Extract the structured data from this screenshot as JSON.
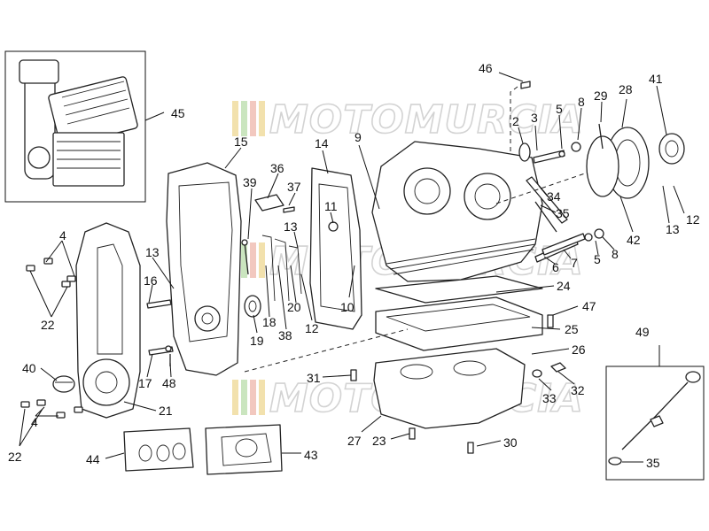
{
  "watermark": {
    "text": "MOTOMURCIA",
    "stripe_colors": [
      "#e8c96a",
      "#9fd08a",
      "#e89a8a",
      "#e8c96a"
    ]
  },
  "callouts": [
    {
      "id": "c45",
      "label": "45"
    },
    {
      "id": "c46",
      "label": "46"
    },
    {
      "id": "c2",
      "label": "2"
    },
    {
      "id": "c3",
      "label": "3"
    },
    {
      "id": "c5a",
      "label": "5"
    },
    {
      "id": "c8a",
      "label": "8"
    },
    {
      "id": "c29",
      "label": "29"
    },
    {
      "id": "c28",
      "label": "28"
    },
    {
      "id": "c41",
      "label": "41"
    },
    {
      "id": "c15",
      "label": "15"
    },
    {
      "id": "c14",
      "label": "14"
    },
    {
      "id": "c9",
      "label": "9"
    },
    {
      "id": "c36",
      "label": "36"
    },
    {
      "id": "c37",
      "label": "37"
    },
    {
      "id": "c39",
      "label": "39"
    },
    {
      "id": "c11",
      "label": "11"
    },
    {
      "id": "c34",
      "label": "34"
    },
    {
      "id": "c35a",
      "label": "35"
    },
    {
      "id": "c13a",
      "label": "13"
    },
    {
      "id": "c12a",
      "label": "12"
    },
    {
      "id": "c42",
      "label": "42"
    },
    {
      "id": "c4a",
      "label": "4"
    },
    {
      "id": "c13b",
      "label": "13"
    },
    {
      "id": "c13c",
      "label": "13"
    },
    {
      "id": "c6",
      "label": "6"
    },
    {
      "id": "c7",
      "label": "7"
    },
    {
      "id": "c5b",
      "label": "5"
    },
    {
      "id": "c8b",
      "label": "8"
    },
    {
      "id": "c16",
      "label": "16"
    },
    {
      "id": "c22a",
      "label": "22"
    },
    {
      "id": "c20",
      "label": "20"
    },
    {
      "id": "c10",
      "label": "10"
    },
    {
      "id": "c24",
      "label": "24"
    },
    {
      "id": "c19",
      "label": "19"
    },
    {
      "id": "c18",
      "label": "18"
    },
    {
      "id": "c38",
      "label": "38"
    },
    {
      "id": "c12b",
      "label": "12"
    },
    {
      "id": "c47",
      "label": "47"
    },
    {
      "id": "c25",
      "label": "25"
    },
    {
      "id": "c49",
      "label": "49"
    },
    {
      "id": "c26",
      "label": "26"
    },
    {
      "id": "c40",
      "label": "40"
    },
    {
      "id": "c17",
      "label": "17"
    },
    {
      "id": "c48",
      "label": "48"
    },
    {
      "id": "c31",
      "label": "31"
    },
    {
      "id": "c32",
      "label": "32"
    },
    {
      "id": "c33",
      "label": "33"
    },
    {
      "id": "c21",
      "label": "21"
    },
    {
      "id": "c4b",
      "label": "4"
    },
    {
      "id": "c27",
      "label": "27"
    },
    {
      "id": "c23",
      "label": "23"
    },
    {
      "id": "c30",
      "label": "30"
    },
    {
      "id": "c22b",
      "label": "22"
    },
    {
      "id": "c44",
      "label": "44"
    },
    {
      "id": "c43",
      "label": "43"
    },
    {
      "id": "c35b",
      "label": "35"
    }
  ]
}
